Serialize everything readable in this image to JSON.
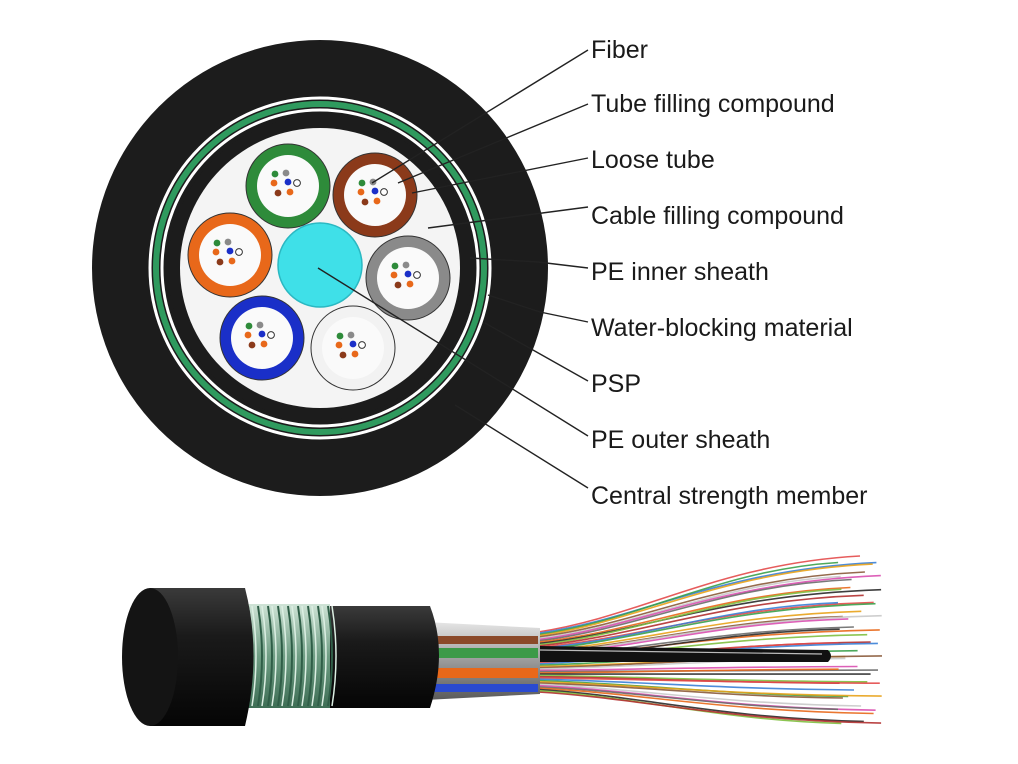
{
  "labels": [
    {
      "id": "fiber",
      "text": "Fiber"
    },
    {
      "id": "tube-filling-compound",
      "text": "Tube filling compound"
    },
    {
      "id": "loose-tube",
      "text": "Loose tube"
    },
    {
      "id": "cable-filling-compound",
      "text": "Cable filling compound"
    },
    {
      "id": "pe-inner-sheath",
      "text": "PE inner sheath"
    },
    {
      "id": "water-blocking-material",
      "text": "Water-blocking material"
    },
    {
      "id": "psp",
      "text": "PSP"
    },
    {
      "id": "pe-outer-sheath",
      "text": "PE outer sheath"
    },
    {
      "id": "central-strength-member",
      "text": "Central strength member"
    }
  ],
  "loose_tubes": [
    {
      "color": "#2e8b3a"
    },
    {
      "color": "#8b3a1a"
    },
    {
      "color": "#e8681a"
    },
    {
      "color": "#8a8a8a"
    },
    {
      "color": "#1a2fc8"
    },
    {
      "color": "#f2f2f2"
    }
  ],
  "colors": {
    "outer_sheath": "#1c1c1c",
    "psp_band": "#2f9a5e",
    "core_fill": "#f4f4f4",
    "central_member": "#3fe0e8",
    "fiber_colors": [
      "#2e8b3a",
      "#8a8a8a",
      "#1a2fc8",
      "#e8681a",
      "#8b3a1a",
      "#ffffff"
    ]
  }
}
